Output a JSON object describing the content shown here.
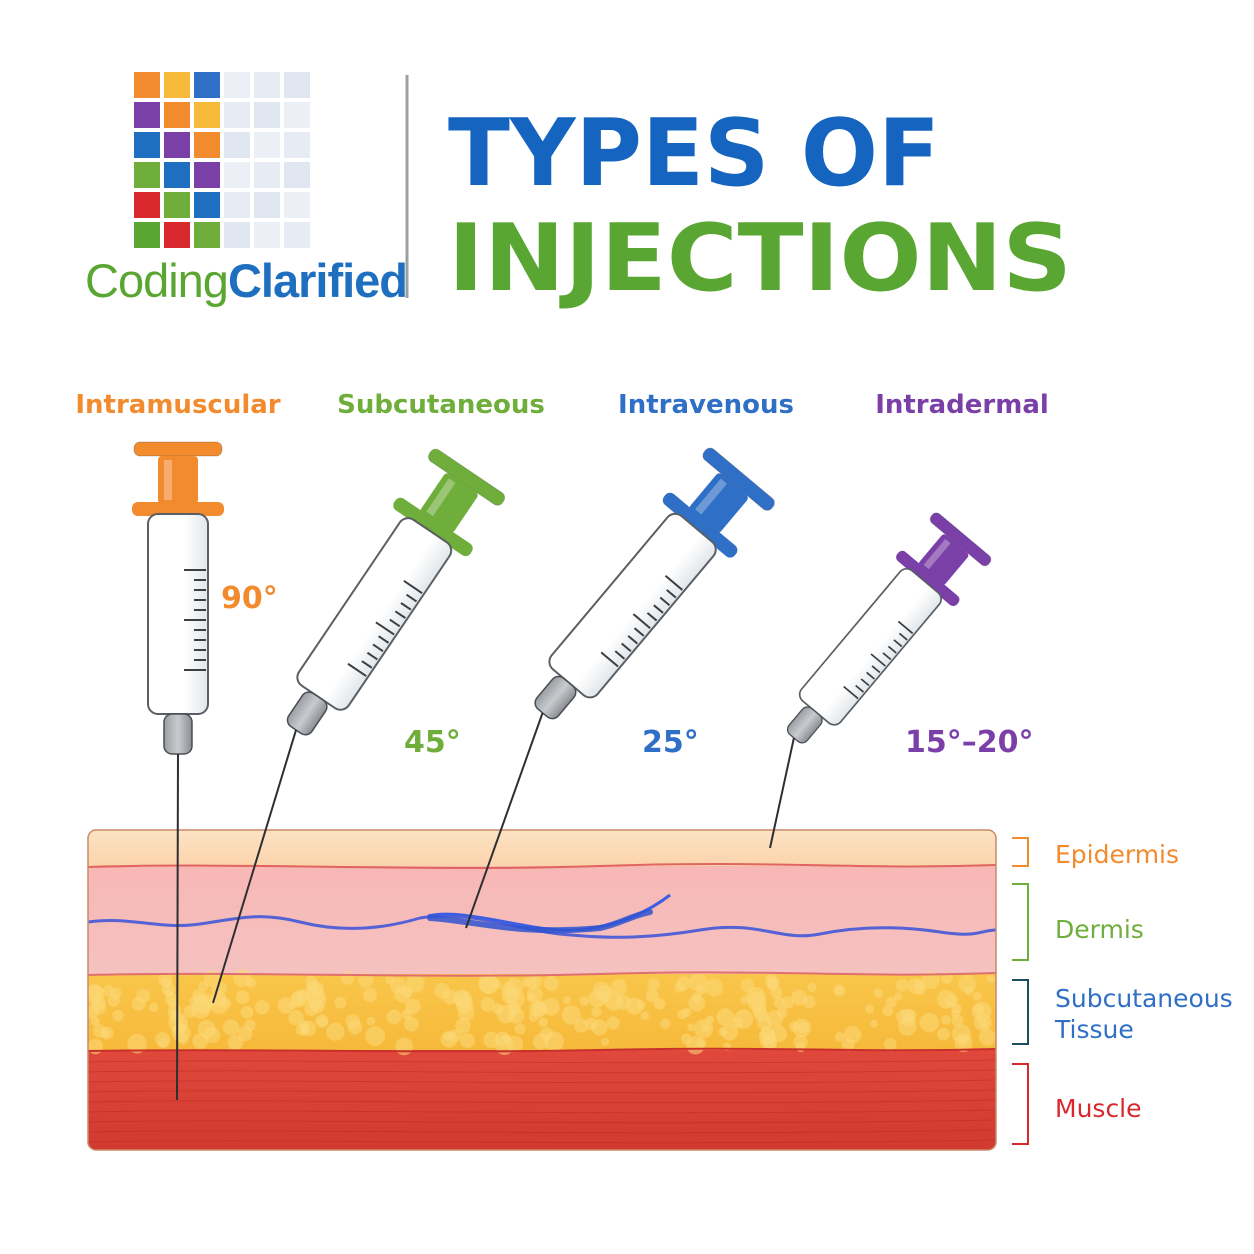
{
  "logo": {
    "word_part1": "Coding",
    "word_part2": "Clarified"
  },
  "title": {
    "line1": "TYPES OF",
    "line2": "INJECTIONS"
  },
  "colors": {
    "title_blue": "#1565c0",
    "title_green": "#5aa632",
    "orange": "#f28a2e",
    "green": "#6fae3a",
    "blue": "#2f6fc6",
    "purple": "#7b3fa8",
    "red": "#d9272e"
  },
  "injections": [
    {
      "label": "Intramuscular",
      "angle": "90°",
      "angle_deg": 90,
      "color": "#f28a2e"
    },
    {
      "label": "Subcutaneous",
      "angle": "45°",
      "angle_deg": 45,
      "color": "#6fae3a"
    },
    {
      "label": "Intravenous",
      "angle": "25°",
      "angle_deg": 25,
      "color": "#2f6fc6"
    },
    {
      "label": "Intradermal",
      "angle": "15°–20°",
      "angle_deg": 17.5,
      "color": "#7b3fa8"
    }
  ],
  "layers": [
    {
      "line1": "Epidermis",
      "line2": "",
      "color": "#f28a2e"
    },
    {
      "line1": "Dermis",
      "line2": "",
      "color": "#6fae3a"
    },
    {
      "line1": "Subcutaneous",
      "line2": "Tissue",
      "color": "#2f6fc6"
    },
    {
      "line1": "Muscle",
      "line2": "",
      "color": "#d9272e"
    }
  ]
}
